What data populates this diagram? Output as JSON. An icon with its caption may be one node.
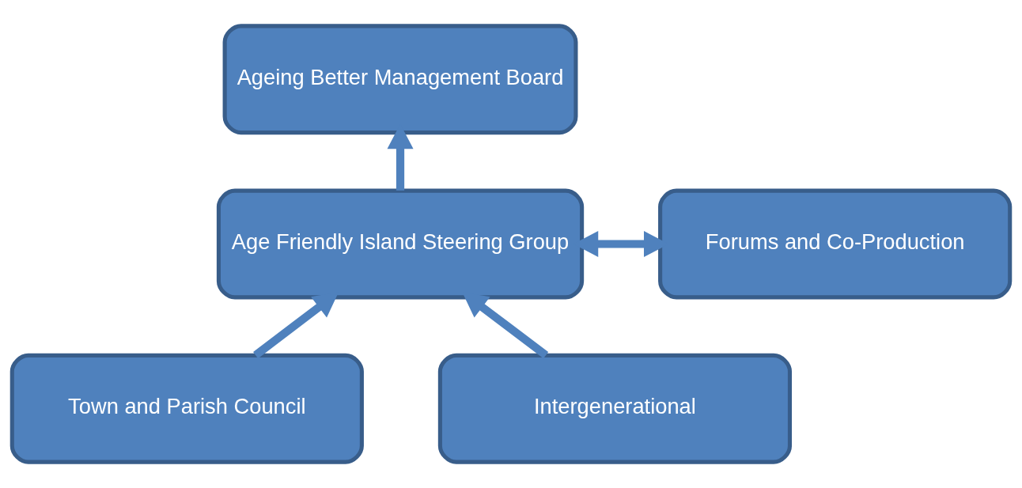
{
  "diagram": {
    "nodes": [
      {
        "text": [
          "Ageing Better Management Board"
        ]
      },
      {
        "text": [
          "Age Friendly Island Steering Group"
        ]
      },
      {
        "text": [
          "Forums and Co-Production"
        ]
      },
      {
        "text": [
          "Town and Parish Council"
        ]
      },
      {
        "text": [
          "Intergenerational"
        ]
      }
    ],
    "edges": [
      {
        "from": 1,
        "to": 0,
        "arrow": "to"
      },
      {
        "from": 1,
        "to": 2,
        "arrow": "both"
      },
      {
        "from": 3,
        "to": 1,
        "arrow": "to"
      },
      {
        "from": 4,
        "to": 1,
        "arrow": "to"
      }
    ]
  }
}
